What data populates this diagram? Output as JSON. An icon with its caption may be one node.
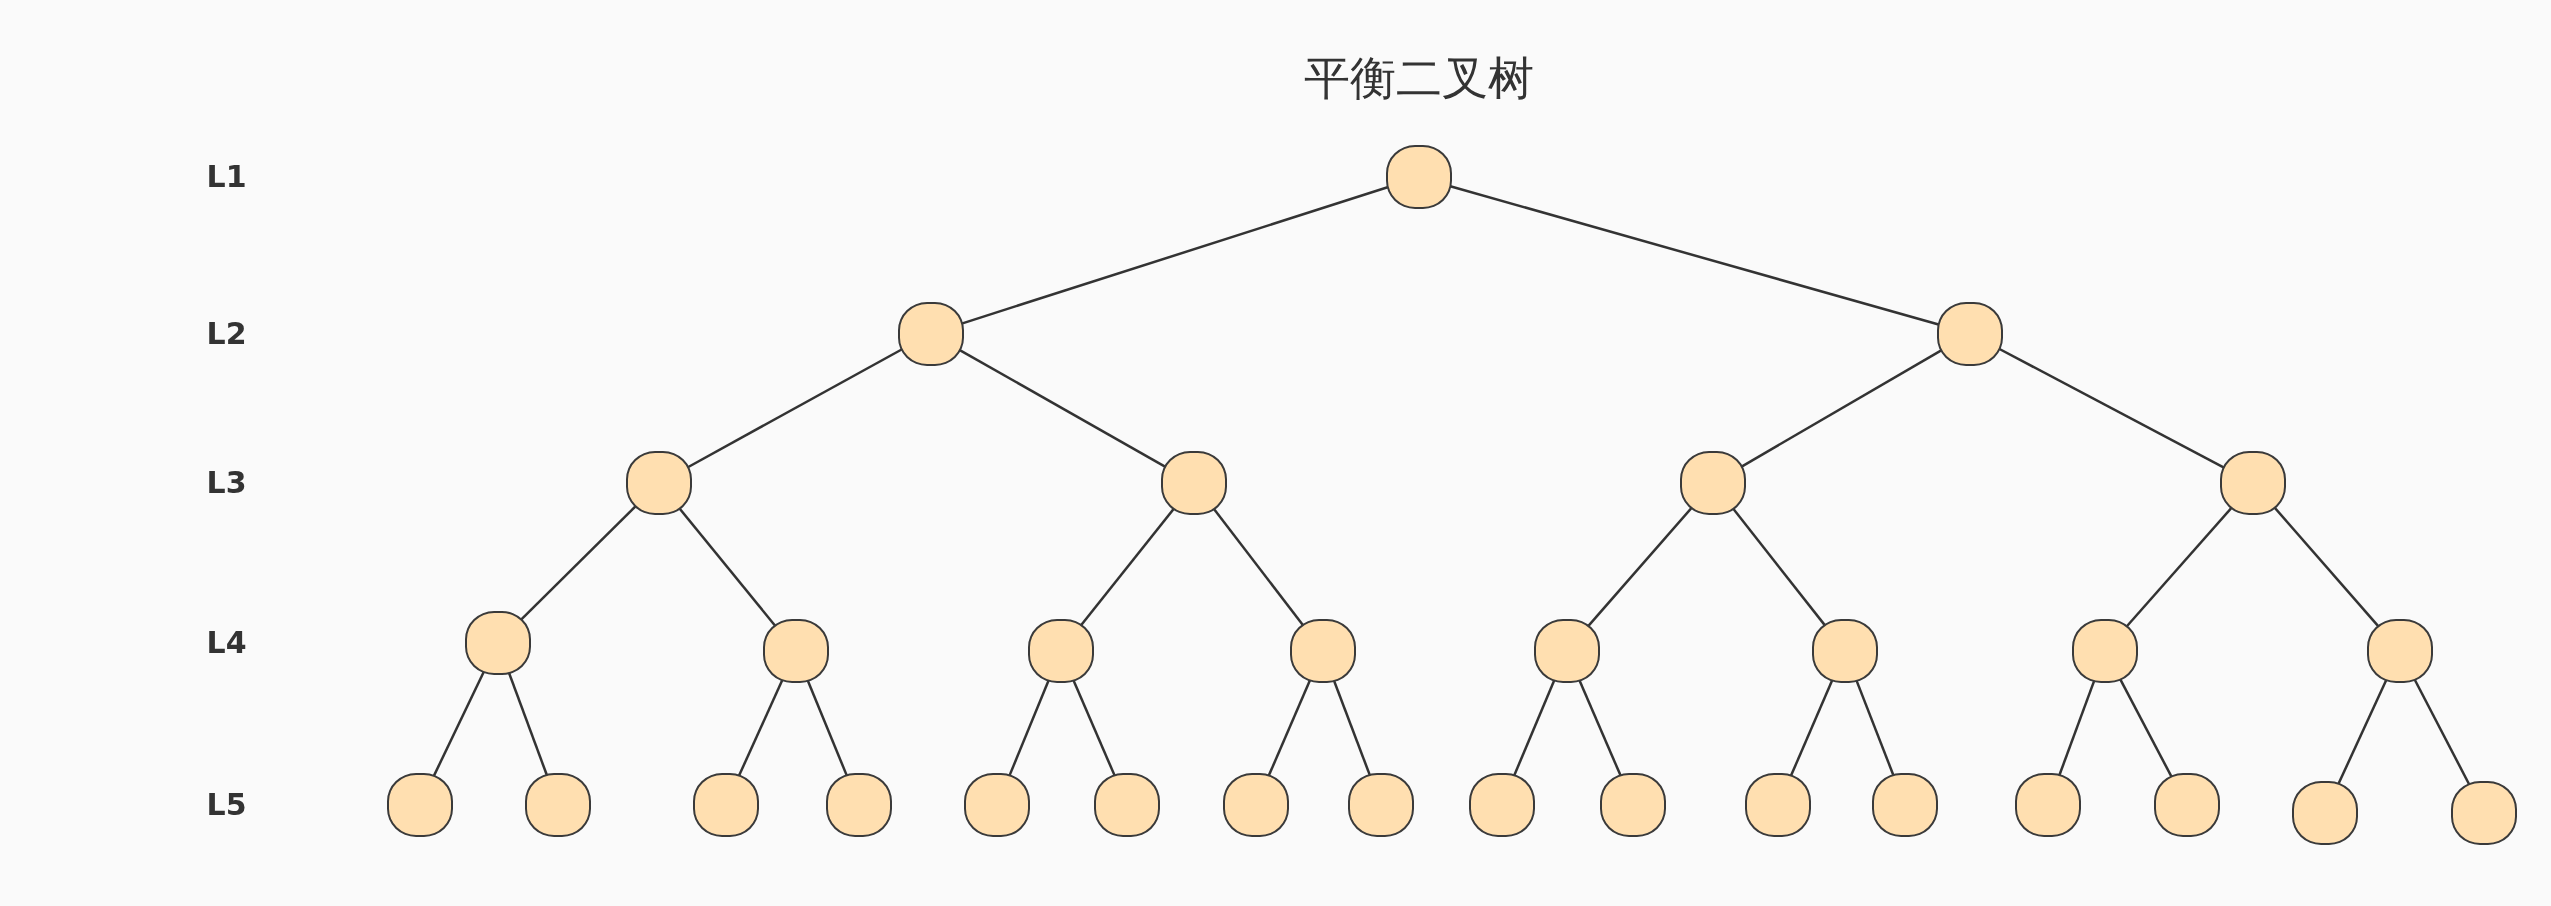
{
  "diagram": {
    "title": "平衡二叉树",
    "nodes": [
      {
        "text": [],
        "shape": "circle"
      },
      {
        "text": [],
        "shape": "circle"
      },
      {
        "text": [],
        "shape": "circle"
      },
      {
        "text": [],
        "shape": "circle"
      },
      {
        "text": [],
        "shape": "circle"
      },
      {
        "text": [],
        "shape": "circle"
      },
      {
        "text": [],
        "shape": "circle"
      },
      {
        "text": [],
        "shape": "circle"
      },
      {
        "text": [],
        "shape": "circle"
      },
      {
        "text": [],
        "shape": "circle"
      },
      {
        "text": [],
        "shape": "circle"
      },
      {
        "text": [],
        "shape": "circle"
      },
      {
        "text": [],
        "shape": "circle"
      },
      {
        "text": [],
        "shape": "circle"
      },
      {
        "text": [],
        "shape": "circle"
      },
      {
        "text": [],
        "shape": "circle"
      },
      {
        "text": [],
        "shape": "circle"
      },
      {
        "text": [],
        "shape": "circle"
      },
      {
        "text": [],
        "shape": "circle"
      },
      {
        "text": [],
        "shape": "circle"
      },
      {
        "text": [],
        "shape": "circle"
      },
      {
        "text": [],
        "shape": "circle"
      },
      {
        "text": [],
        "shape": "circle"
      },
      {
        "text": [],
        "shape": "circle"
      },
      {
        "text": [],
        "shape": "circle"
      },
      {
        "text": [],
        "shape": "circle"
      },
      {
        "text": [],
        "shape": "circle"
      },
      {
        "text": [],
        "shape": "circle"
      },
      {
        "text": [],
        "shape": "circle"
      },
      {
        "text": [],
        "shape": "circle"
      },
      {
        "text": [],
        "shape": "circle"
      }
    ],
    "edges": [
      {
        "from": 0,
        "to": 1,
        "arrow": "none"
      },
      {
        "from": 0,
        "to": 2,
        "arrow": "none"
      },
      {
        "from": 1,
        "to": 3,
        "arrow": "none"
      },
      {
        "from": 1,
        "to": 4,
        "arrow": "none"
      },
      {
        "from": 2,
        "to": 5,
        "arrow": "none"
      },
      {
        "from": 2,
        "to": 6,
        "arrow": "none"
      },
      {
        "from": 3,
        "to": 7,
        "arrow": "none"
      },
      {
        "from": 3,
        "to": 8,
        "arrow": "none"
      },
      {
        "from": 4,
        "to": 9,
        "arrow": "none"
      },
      {
        "from": 4,
        "to": 10,
        "arrow": "none"
      },
      {
        "from": 5,
        "to": 11,
        "arrow": "none"
      },
      {
        "from": 5,
        "to": 12,
        "arrow": "none"
      },
      {
        "from": 6,
        "to": 13,
        "arrow": "none"
      },
      {
        "from": 6,
        "to": 14,
        "arrow": "none"
      },
      {
        "from": 7,
        "to": 15,
        "arrow": "none"
      },
      {
        "from": 7,
        "to": 16,
        "arrow": "none"
      },
      {
        "from": 8,
        "to": 17,
        "arrow": "none"
      },
      {
        "from": 8,
        "to": 18,
        "arrow": "none"
      },
      {
        "from": 9,
        "to": 19,
        "arrow": "none"
      },
      {
        "from": 9,
        "to": 20,
        "arrow": "none"
      },
      {
        "from": 10,
        "to": 21,
        "arrow": "none"
      },
      {
        "from": 10,
        "to": 22,
        "arrow": "none"
      },
      {
        "from": 11,
        "to": 23,
        "arrow": "none"
      },
      {
        "from": 11,
        "to": 24,
        "arrow": "none"
      },
      {
        "from": 12,
        "to": 25,
        "arrow": "none"
      },
      {
        "from": 12,
        "to": 26,
        "arrow": "none"
      },
      {
        "from": 13,
        "to": 27,
        "arrow": "none"
      },
      {
        "from": 13,
        "to": 28,
        "arrow": "none"
      },
      {
        "from": 14,
        "to": 29,
        "arrow": "none"
      },
      {
        "from": 14,
        "to": 30,
        "arrow": "none"
      }
    ],
    "labels": [
      "L1",
      "L2",
      "L3",
      "L4",
      "L5"
    ]
  }
}
